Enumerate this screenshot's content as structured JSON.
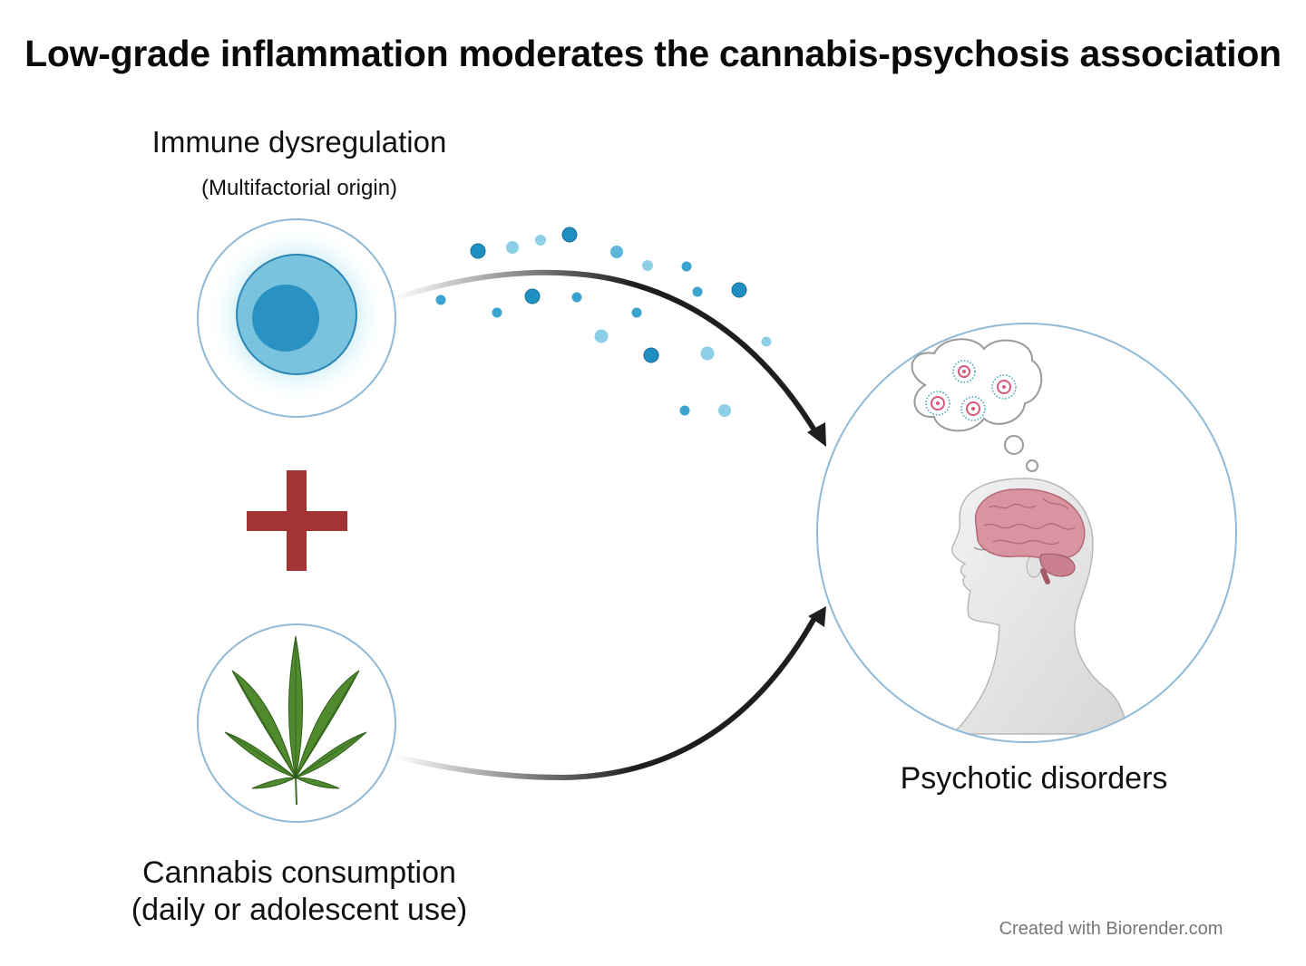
{
  "title": "Low-grade inflammation moderates the cannabis-psychosis association",
  "immune": {
    "label": "Immune dysregulation",
    "sublabel": "(Multifactorial origin)",
    "icon": "immune-cell-icon"
  },
  "cannabis": {
    "label_line1": "Cannabis consumption",
    "label_line2": "(daily or adolescent use)",
    "icon": "cannabis-leaf-icon"
  },
  "outcome": {
    "label": "Psychotic disorders",
    "icon": "human-head-brain-icon"
  },
  "credit": "Created with Biorender.com",
  "colors": {
    "circle_outline": "#8fb9d6",
    "plus_sign": "#a33434",
    "arrow": "#1e1e1e",
    "cell_outer": "#79c3df",
    "cell_nucleus": "#2a92c2",
    "leaf": "#4f8a2e",
    "brain": "#d9959f",
    "dot_dark": "#1f8fc1",
    "dot_light": "#8ccfe6"
  }
}
